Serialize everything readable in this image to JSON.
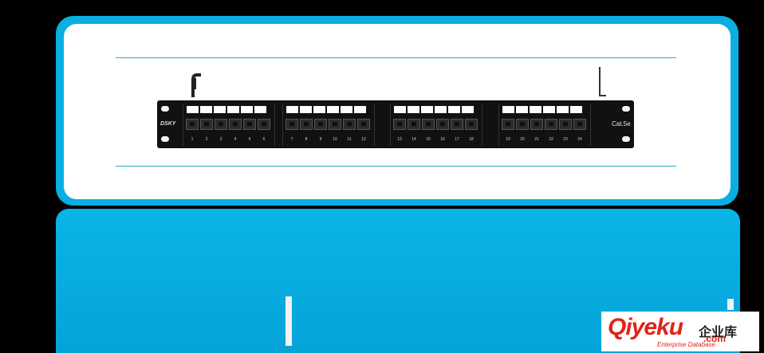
{
  "panel": {
    "brand": "DSKY",
    "category": "Cat.5e",
    "groups": [
      [
        "1",
        "2",
        "3",
        "4",
        "5",
        "6"
      ],
      [
        "7",
        "8",
        "9",
        "10",
        "11",
        "12"
      ],
      [
        "13",
        "14",
        "15",
        "16",
        "17",
        "18"
      ],
      [
        "19",
        "20",
        "21",
        "22",
        "23",
        "24"
      ]
    ]
  },
  "watermark": {
    "main": "Qiyeku",
    "cn": "企业库",
    "com": ".com",
    "sub": "Enterprise Database"
  }
}
